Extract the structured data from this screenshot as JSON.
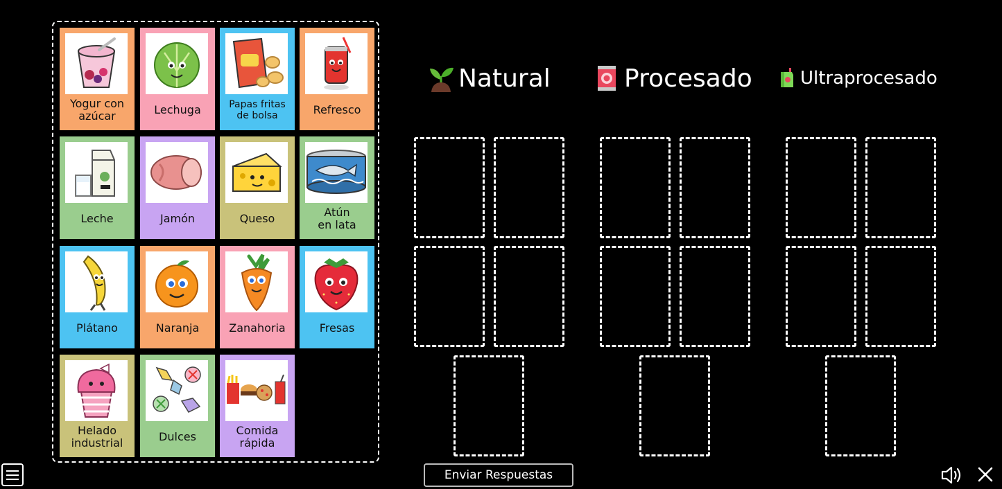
{
  "cards": [
    {
      "id": "yogur",
      "label": "Yogur con\nazúcar",
      "color": "#F8A66B",
      "icon": "yogurt-icon",
      "small": false
    },
    {
      "id": "lechuga",
      "label": "Lechuga",
      "color": "#F9A2B5",
      "icon": "lettuce-icon",
      "small": false
    },
    {
      "id": "papas",
      "label": "Papas fritas\nde bolsa",
      "color": "#4DC3F2",
      "icon": "chips-bag-icon",
      "small": true
    },
    {
      "id": "refresco",
      "label": "Refresco",
      "color": "#F8A66B",
      "icon": "soda-can-icon",
      "small": false
    },
    {
      "id": "leche",
      "label": "Leche",
      "color": "#9ACD8E",
      "icon": "milk-icon",
      "small": false
    },
    {
      "id": "jamon",
      "label": "Jamón",
      "color": "#C8A4F2",
      "icon": "ham-icon",
      "small": false
    },
    {
      "id": "queso",
      "label": "Queso",
      "color": "#C9C27A",
      "icon": "cheese-icon",
      "small": false
    },
    {
      "id": "atun",
      "label": "Atún\nen lata",
      "color": "#9ACD8E",
      "icon": "tuna-can-icon",
      "small": false
    },
    {
      "id": "platano",
      "label": "Plátano",
      "color": "#4DC3F2",
      "icon": "banana-icon",
      "small": false
    },
    {
      "id": "naranja",
      "label": "Naranja",
      "color": "#F8A66B",
      "icon": "orange-icon",
      "small": false
    },
    {
      "id": "zanahoria",
      "label": "Zanahoria",
      "color": "#F9A2B5",
      "icon": "carrot-icon",
      "small": false
    },
    {
      "id": "fresas",
      "label": "Fresas",
      "color": "#4DC3F2",
      "icon": "strawberry-icon",
      "small": false
    },
    {
      "id": "helado",
      "label": "Helado\nindustrial",
      "color": "#C9C27A",
      "icon": "ice-cream-icon",
      "small": false
    },
    {
      "id": "dulces",
      "label": "Dulces",
      "color": "#9ACD8E",
      "icon": "candies-icon",
      "small": false
    },
    {
      "id": "comida",
      "label": "Comida\nrápida",
      "color": "#C8A4F2",
      "icon": "fast-food-icon",
      "small": false
    }
  ],
  "categories": [
    {
      "id": "natural",
      "title": "Natural",
      "icon": "sprout-icon",
      "font_px": 36
    },
    {
      "id": "procesado",
      "title": "Procesado",
      "icon": "canned-food-icon",
      "font_px": 36
    },
    {
      "id": "ultraprocesado",
      "title": "Ultraprocesado",
      "icon": "juice-box-icon",
      "font_px": 26
    }
  ],
  "footer": {
    "submit_label": "Enviar Respuestas",
    "menu_icon": "hamburger-menu-icon",
    "sound_icon": "speaker-icon",
    "close_icon": "close-icon"
  },
  "colors": {
    "background": "#000000",
    "outline": "#ffffff"
  }
}
